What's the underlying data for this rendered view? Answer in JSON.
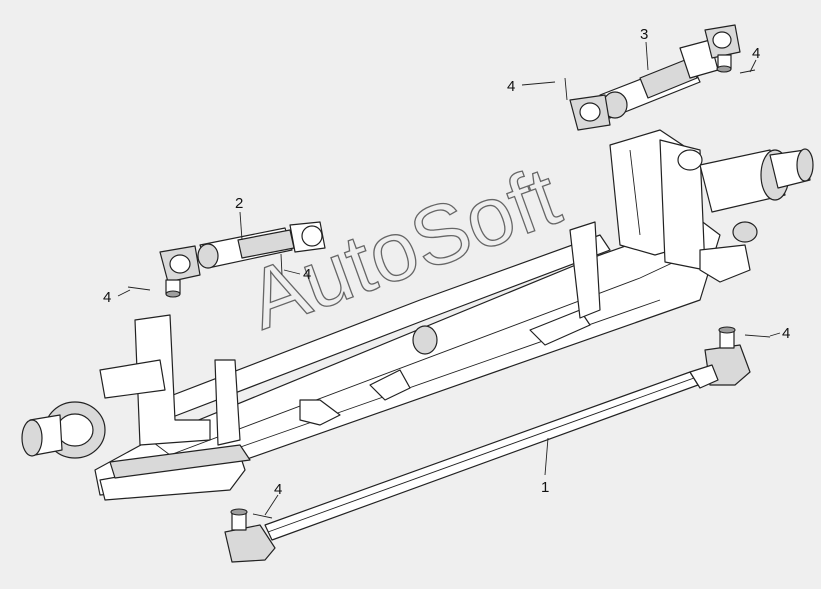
{
  "watermark": {
    "text": "AutoSoft"
  },
  "callouts": [
    {
      "id": "1",
      "label": "1"
    },
    {
      "id": "2",
      "label": "2"
    },
    {
      "id": "3",
      "label": "3"
    },
    {
      "id": "4a",
      "label": "4"
    },
    {
      "id": "4b",
      "label": "4"
    },
    {
      "id": "4c",
      "label": "4"
    },
    {
      "id": "4d",
      "label": "4"
    },
    {
      "id": "4e",
      "label": "4"
    },
    {
      "id": "4f",
      "label": "4"
    }
  ],
  "colors": {
    "background": "#efefef",
    "line": "#222222",
    "fill": "#ffffff"
  }
}
